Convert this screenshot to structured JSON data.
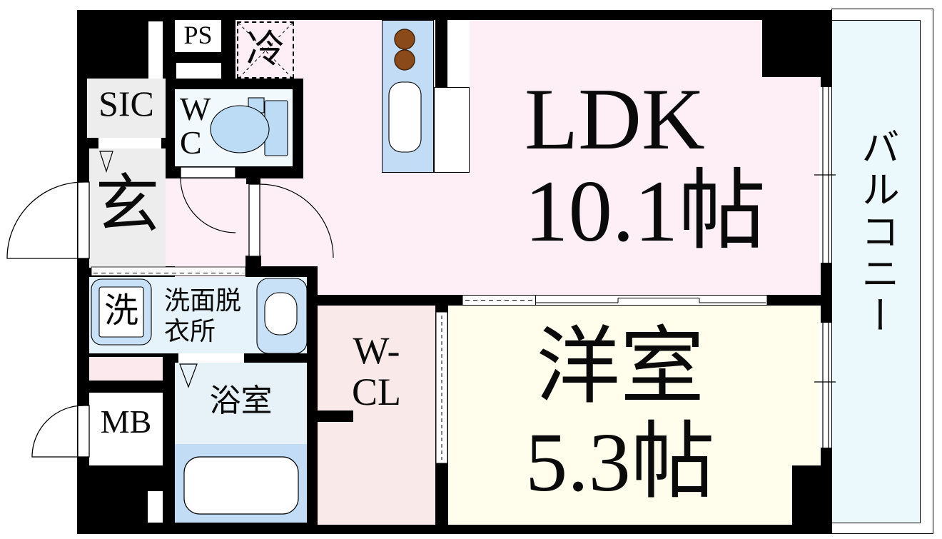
{
  "floorplan": {
    "rooms": {
      "ldk": {
        "label": "LDK",
        "size": "10.1帖"
      },
      "western_room": {
        "label": "洋室",
        "size": "5.3帖"
      },
      "balcony": {
        "label": "バルコニー"
      },
      "entrance": {
        "label": "玄"
      },
      "shoes_closet": {
        "label": "SIC"
      },
      "pipe_shaft": {
        "label": "PS"
      },
      "refrigerator_space": {
        "label": "冷"
      },
      "toilet": {
        "label": "W\nC"
      },
      "washroom": {
        "label": "洗面脱\n衣所"
      },
      "washer_space": {
        "label": "洗"
      },
      "walk_in_closet": {
        "label": "W-\nCL"
      },
      "meter_box": {
        "label": "MB"
      },
      "bathroom": {
        "label": "浴室"
      }
    },
    "palette": {
      "wall": "#000000",
      "ldk_pink": "#fdeff5",
      "walk_in_closet_pink": "#f9e9e9",
      "western_room_cream": "#fffdeb",
      "balcony_cyan": "#ecf9fc",
      "fixture_blue": "#c2dcf5",
      "wet_area_blue": "#e6f3fa",
      "entrance_gray": "#ededed",
      "meter_strip_pink": "#fbe9ed",
      "burner_brown": "#8b4a1a"
    }
  }
}
